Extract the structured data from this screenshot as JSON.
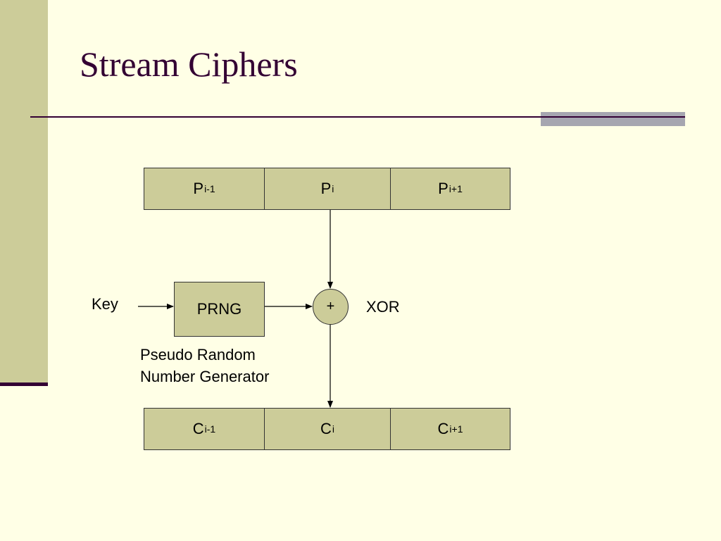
{
  "slide": {
    "title": "Stream Ciphers"
  },
  "diagram": {
    "plaintext_blocks": [
      {
        "base": "P",
        "sub": "i-1"
      },
      {
        "base": "P",
        "sub": "i"
      },
      {
        "base": "P",
        "sub": "i+1"
      }
    ],
    "ciphertext_blocks": [
      {
        "base": "C",
        "sub": "i-1"
      },
      {
        "base": "C",
        "sub": "i"
      },
      {
        "base": "C",
        "sub": "i+1"
      }
    ],
    "key_label": "Key",
    "prng_label": "PRNG",
    "prng_description": [
      "Pseudo Random",
      "Number Generator"
    ],
    "xor_symbol": "+",
    "xor_label": "XOR"
  },
  "colors": {
    "background": "#FFFFE6",
    "accent_bar": "#CCCC99",
    "title_color": "#330033",
    "box_fill": "#CCCC99"
  }
}
